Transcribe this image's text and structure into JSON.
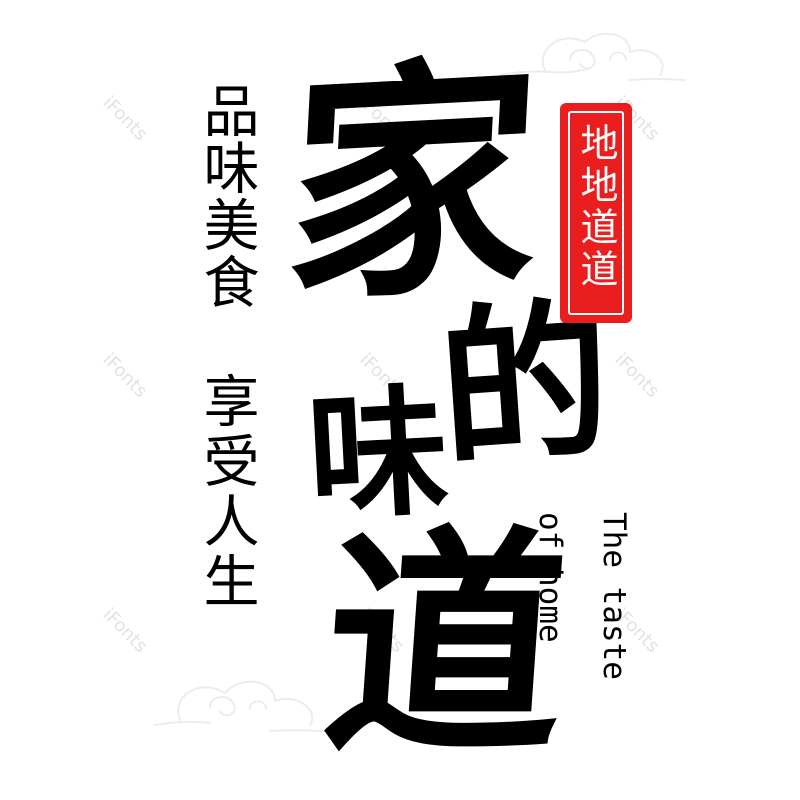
{
  "watermark": "iFonts",
  "slogan": {
    "line1": "品味美食",
    "line2": "享受人生"
  },
  "title": {
    "char1": "家",
    "char2": "的",
    "char3": "味",
    "char4": "道"
  },
  "seal": {
    "text": "地地道道",
    "color": "#ea1e1e"
  },
  "english": {
    "line1": "The taste",
    "line2": "of home"
  },
  "icons": [
    "auspicious-cloud-icon",
    "auspicious-cloud-icon",
    "red-seal-stamp"
  ]
}
